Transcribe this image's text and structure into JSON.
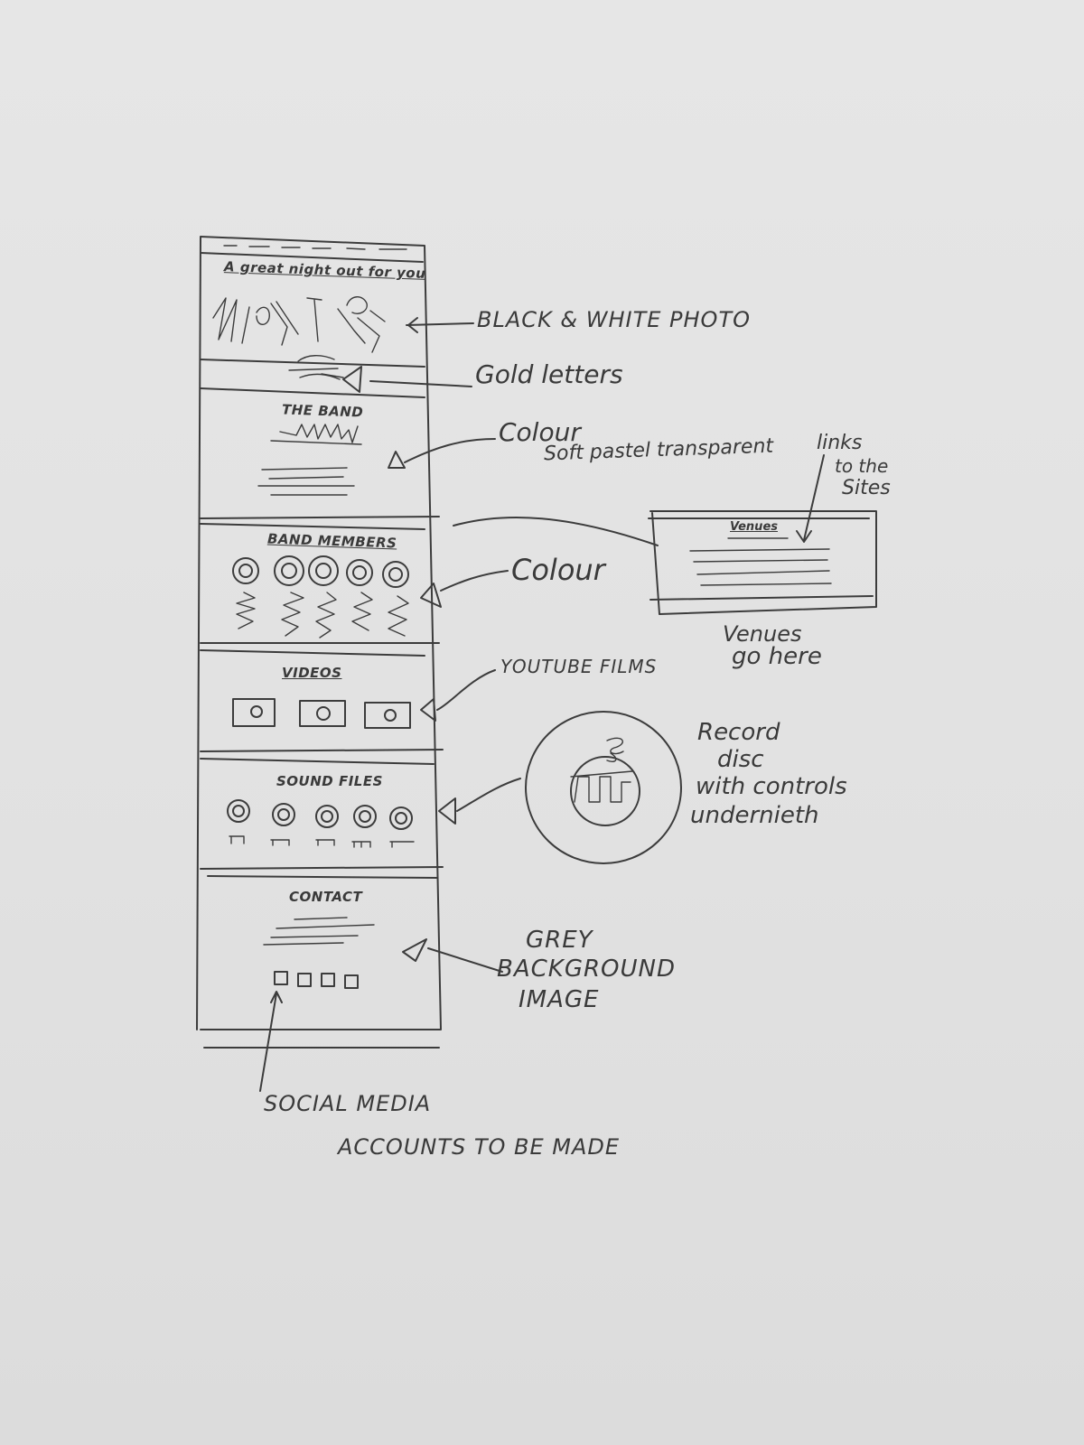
{
  "wireframe": {
    "hero_tagline": "A great night out for you",
    "band_title": "THE BAND",
    "members_title": "BAND MEMBERS",
    "videos_title": "VIDEOS",
    "sound_title": "SOUND FILES",
    "contact_title": "CONTACT"
  },
  "venues_box": {
    "heading": "Venues"
  },
  "annotations": {
    "bw_photo": "BLACK & WHITE PHOTO",
    "gold_letters": "Gold letters",
    "colour_band_1": "Colour",
    "colour_band_2": "Soft pastel transparent",
    "links_1": "links",
    "links_2": "to the",
    "links_3": "Sites",
    "colour_members": "Colour",
    "venues_1": "Venues",
    "venues_2": "go here",
    "youtube": "YOUTUBE FILMS",
    "record_1": "Record",
    "record_2": "disc",
    "record_3": "with controls",
    "record_4": "undernieth",
    "grey_1": "GREY",
    "grey_2": "BACKGROUND",
    "grey_3": "IMAGE",
    "social_1": "SOCIAL MEDIA",
    "social_2": "ACCOUNTS TO BE MADE"
  }
}
